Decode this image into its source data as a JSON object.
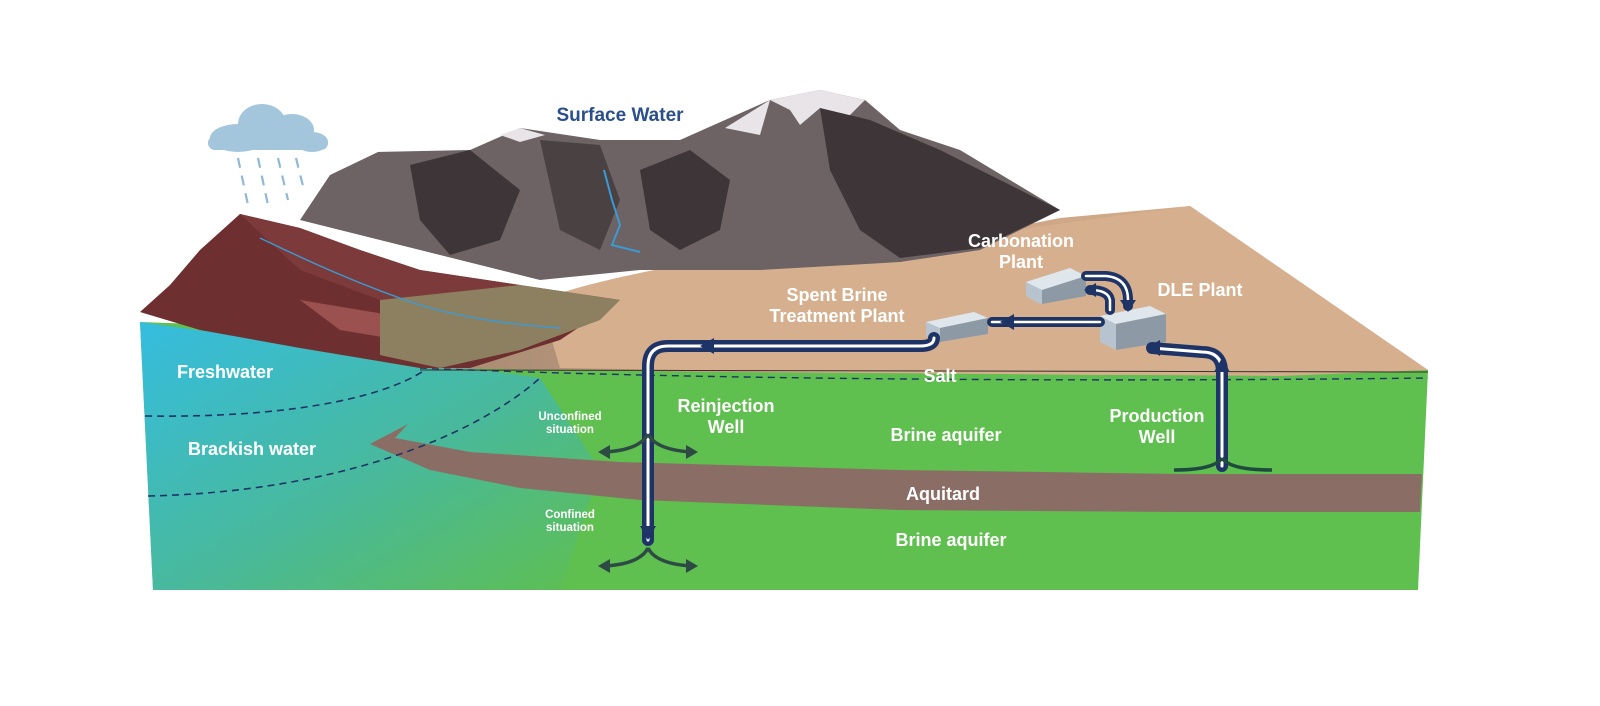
{
  "labels": {
    "surface_water": "Surface Water",
    "carbonation_plant_line1": "Carbonation",
    "carbonation_plant_line2": "Plant",
    "dle_plant": "DLE Plant",
    "spent_brine_line1": "Spent Brine",
    "spent_brine_line2": "Treatment Plant",
    "freshwater": "Freshwater",
    "brackish_water": "Brackish water",
    "salt": "Salt",
    "unconfined_line1": "Unconfined",
    "unconfined_line2": "situation",
    "confined_line1": "Confined",
    "confined_line2": "situation",
    "reinjection_line1": "Reinjection",
    "reinjection_line2": "Well",
    "production_line1": "Production",
    "production_line2": "Well",
    "brine_aquifer_upper": "Brine aquifer",
    "aquitard": "Aquitard",
    "brine_aquifer_lower": "Brine aquifer"
  },
  "colors": {
    "title_blue": "#2b4f8a",
    "pipe_navy": "#1f3466",
    "brine_green": "#5fbf4f",
    "aquitard_brown": "#8a6e66",
    "sand": "#d4ad8b",
    "freshwater_blue": "#3bbcd6"
  }
}
